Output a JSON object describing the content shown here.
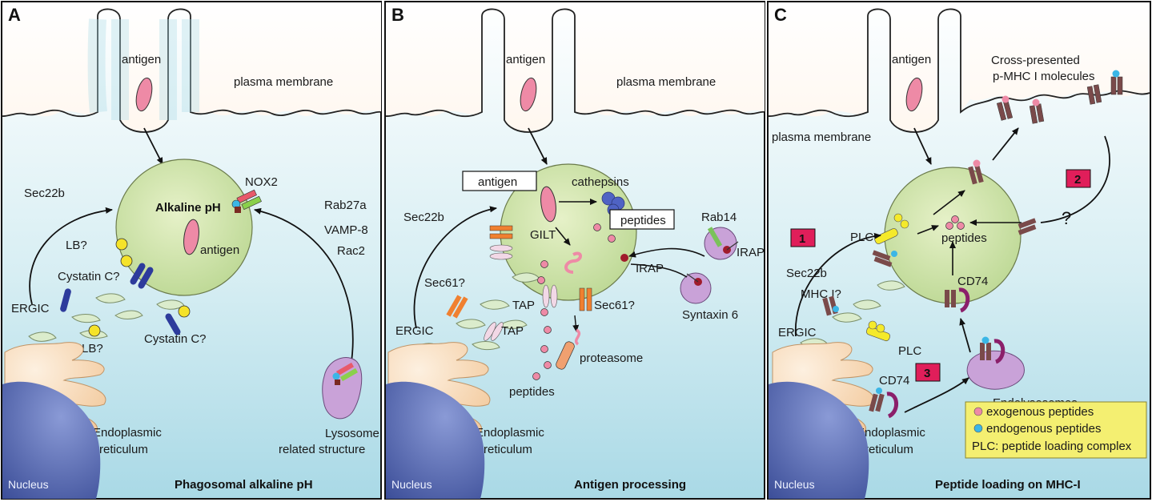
{
  "panels": [
    {
      "letter": "A",
      "title": "Phagosomal alkaline pH",
      "labels": {
        "antigen_top": "antigen",
        "plasma_membrane": "plasma membrane",
        "alkaline": "Alkaline pH",
        "antigen_inside": "antigen",
        "nox2": "NOX2",
        "sec22b": "Sec22b",
        "lb1": "LB?",
        "cystatin1": "Cystatin C?",
        "lb2": "LB?",
        "cystatin2": "Cystatin C?",
        "ergic": "ERGIC",
        "rab27a": "Rab27a",
        "vamp8": "VAMP-8",
        "rac2": "Rac2",
        "er1": "Endoplasmic",
        "er2": "reticulum",
        "lyso1": "Lysosome",
        "lyso2": "related structure",
        "nucleus": "Nucleus"
      }
    },
    {
      "letter": "B",
      "title": "Antigen processing",
      "labels": {
        "antigen_top": "antigen",
        "plasma_membrane": "plasma membrane",
        "antigen_box": "antigen",
        "cathepsins": "cathepsins",
        "peptides_box": "peptides",
        "gilt": "GILT",
        "sec22b": "Sec22b",
        "sec61a": "Sec61?",
        "tap1": "TAP",
        "tap2": "TAP",
        "sec61b": "Sec61?",
        "ergic": "ERGIC",
        "proteasome": "proteasome",
        "peptides": "peptides",
        "rab14": "Rab14",
        "irap1": "IRAP",
        "irap2": "IRAP",
        "syntaxin": "Syntaxin 6",
        "er1": "Endoplasmic",
        "er2": "reticulum",
        "nucleus": "Nucleus"
      }
    },
    {
      "letter": "C",
      "title": "Peptide loading on MHC-I",
      "labels": {
        "antigen_top": "antigen",
        "plasma_membrane": "plasma membrane",
        "crosspres1": "Cross-presented",
        "crosspres2": "p-MHC I molecules",
        "box1": "1",
        "box2": "2",
        "box3": "3",
        "question": "?",
        "plc1": "PLC",
        "sec22b": "Sec22b",
        "peptides": "peptides",
        "cd74a": "CD74",
        "mhc": "MHC I?",
        "ergic": "ERGIC",
        "plc2": "PLC",
        "endolyso": "Endolysosomes",
        "cd74b": "CD74",
        "er1": "Endoplasmic",
        "er2": "reticulum",
        "nucleus": "Nucleus",
        "legend": [
          "exogenous peptides",
          "endogenous peptides",
          "PLC: peptide loading complex"
        ]
      }
    }
  ],
  "colors": {
    "cytoplasm_top": "#ffffff",
    "cytoplasm_bottom": "#a9d9e6",
    "phagosome": "#cfe3a6",
    "nucleus": "#4a5fa8",
    "er": "#f6dcc0",
    "er_green": "#dbeccc",
    "antigen": "#ee8aa6",
    "cathepsin": "#4f63c4",
    "lysosome": "#c9a2d8",
    "legend_bg": "#f4ef71",
    "box_red": "#e01e5a",
    "plc_yellow": "#f5ea2a",
    "mhc": "#7a4a4a",
    "endogenous": "#3bb6e6",
    "exogenous": "#ee8aa6"
  }
}
